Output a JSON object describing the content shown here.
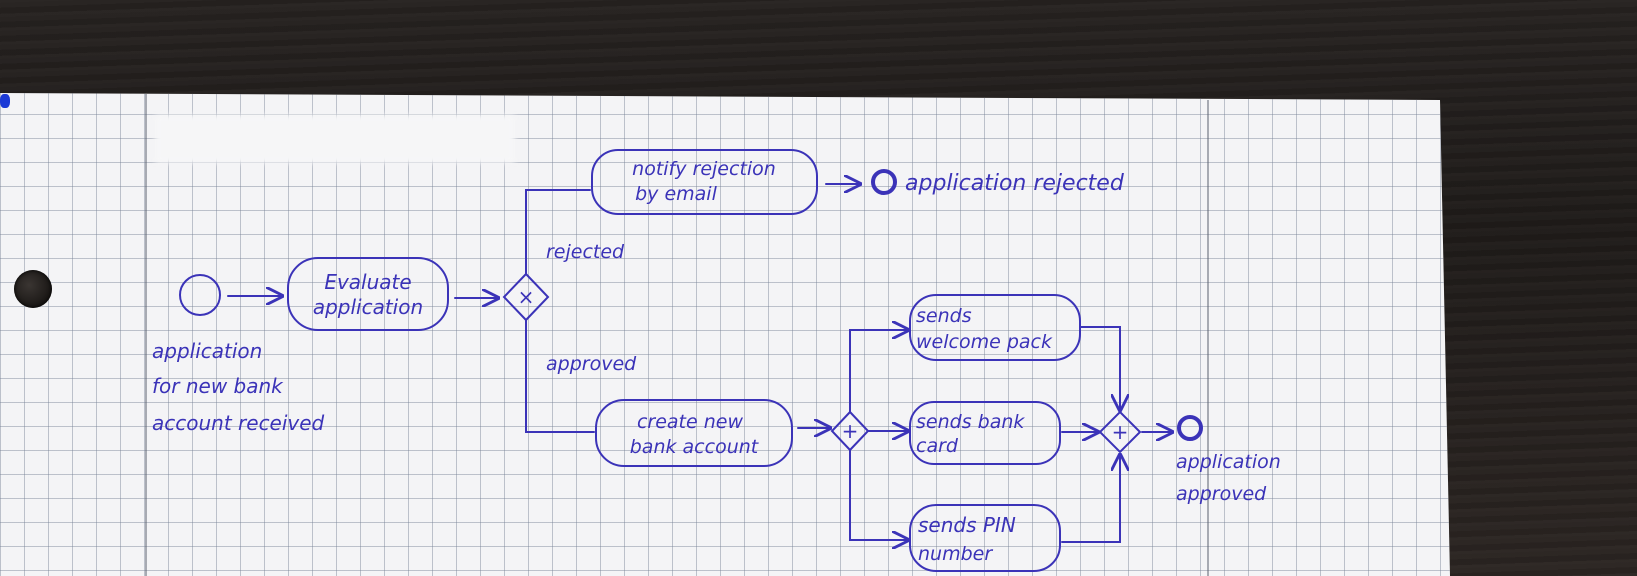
{
  "colors": {
    "ink": "#3b33b8",
    "paper": "#f4f4f6",
    "grid": "#7f8aa0",
    "desk": "#231f1d"
  },
  "start_event": {
    "label_lines": [
      "application",
      "for new bank",
      "account received"
    ]
  },
  "activities": {
    "evaluate": {
      "lines": [
        "Evaluate",
        "application"
      ]
    },
    "notify_rejection": {
      "lines": [
        "notify rejection",
        "by email"
      ]
    },
    "create_account": {
      "lines": [
        "create new",
        "bank account"
      ]
    },
    "send_welcome": {
      "lines": [
        "sends",
        "welcome pack"
      ]
    },
    "send_card": {
      "lines": [
        "sends bank",
        "card"
      ]
    },
    "send_pin": {
      "lines": [
        "sends PIN",
        "number"
      ]
    }
  },
  "gateways": {
    "decision": {
      "marker": "×"
    },
    "fork": {
      "marker": "+"
    },
    "join": {
      "marker": "+"
    }
  },
  "flow_labels": {
    "rejected": "rejected",
    "approved": "approved"
  },
  "end_events": {
    "rejected": {
      "label": "application rejected"
    },
    "approved": {
      "label_lines": [
        "application",
        "approved"
      ]
    }
  }
}
